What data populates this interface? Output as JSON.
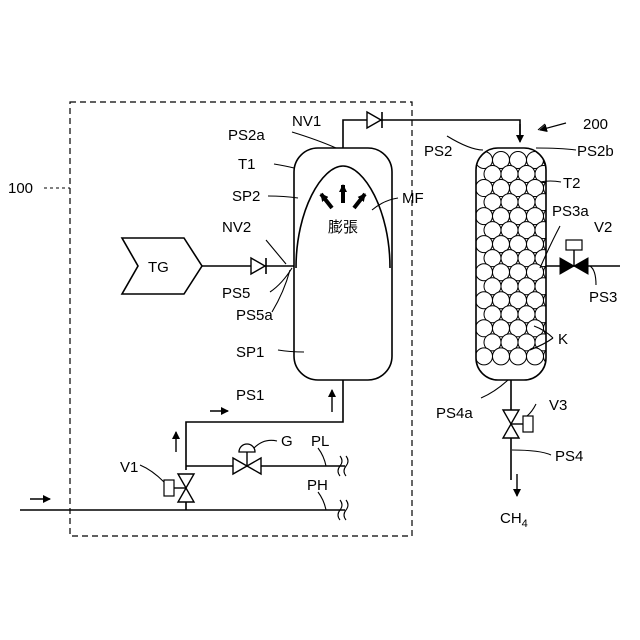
{
  "labels": {
    "tg": "TG",
    "nv1": "NV1",
    "nv2": "NV2",
    "ps2a": "PS2a",
    "ps2": "PS2",
    "ps2b": "PS2b",
    "t1": "T1",
    "sp2": "SP2",
    "mf": "MF",
    "expansion": "膨張",
    "ps5": "PS5",
    "ps5a": "PS5a",
    "sp1": "SP1",
    "ps1": "PS1",
    "g": "G",
    "pl": "PL",
    "ph": "PH",
    "v1": "V1",
    "unit100": "100",
    "unit200": "200",
    "t2": "T2",
    "ps3a": "PS3a",
    "v2": "V2",
    "ps3": "PS3",
    "k": "K",
    "ps4a": "PS4a",
    "v3": "V3",
    "ps4": "PS4",
    "ch4_main": "CH",
    "ch4_sub": "4"
  }
}
